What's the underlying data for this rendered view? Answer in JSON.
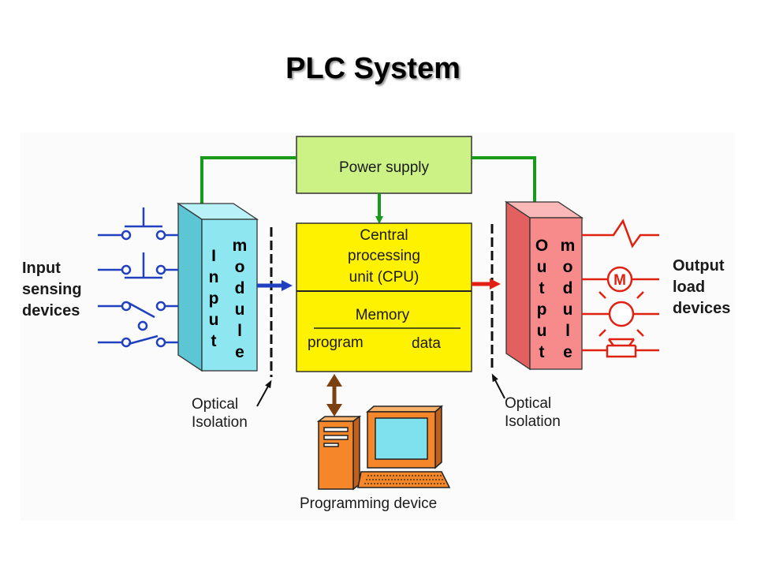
{
  "title": "PLC System",
  "power_supply": "Power supply",
  "cpu": {
    "line1": "Central",
    "line2": "processing",
    "line3": "unit (CPU)"
  },
  "memory": {
    "label": "Memory",
    "program": "program",
    "data": "data"
  },
  "input_module": {
    "col1": [
      "I",
      "n",
      "p",
      "u",
      "t"
    ],
    "col2": [
      "m",
      "o",
      "d",
      "u",
      "l",
      "e"
    ]
  },
  "output_module": {
    "col1": [
      "O",
      "u",
      "t",
      "p",
      "u",
      "t"
    ],
    "col2": [
      "m",
      "o",
      "d",
      "u",
      "l",
      "e"
    ]
  },
  "input_devices": {
    "line1": "Input",
    "line2": "sensing",
    "line3": "devices"
  },
  "output_devices": {
    "line1": "Output",
    "line2": "load",
    "line3": "devices"
  },
  "optical_left": {
    "line1": "Optical",
    "line2": "Isolation"
  },
  "optical_right": {
    "line1": "Optical",
    "line2": "Isolation"
  },
  "programming_device": "Programming device",
  "motor_symbol": "M",
  "colors": {
    "power_box": "#ccf285",
    "cpu_box": "#fff200",
    "input_module": "#8de6f0",
    "output_module": "#f78b8b",
    "green_line": "#1a9a1a",
    "blue": "#2040c0",
    "red": "#e02010",
    "brown": "#7a4010",
    "computer": "#f5872a"
  }
}
